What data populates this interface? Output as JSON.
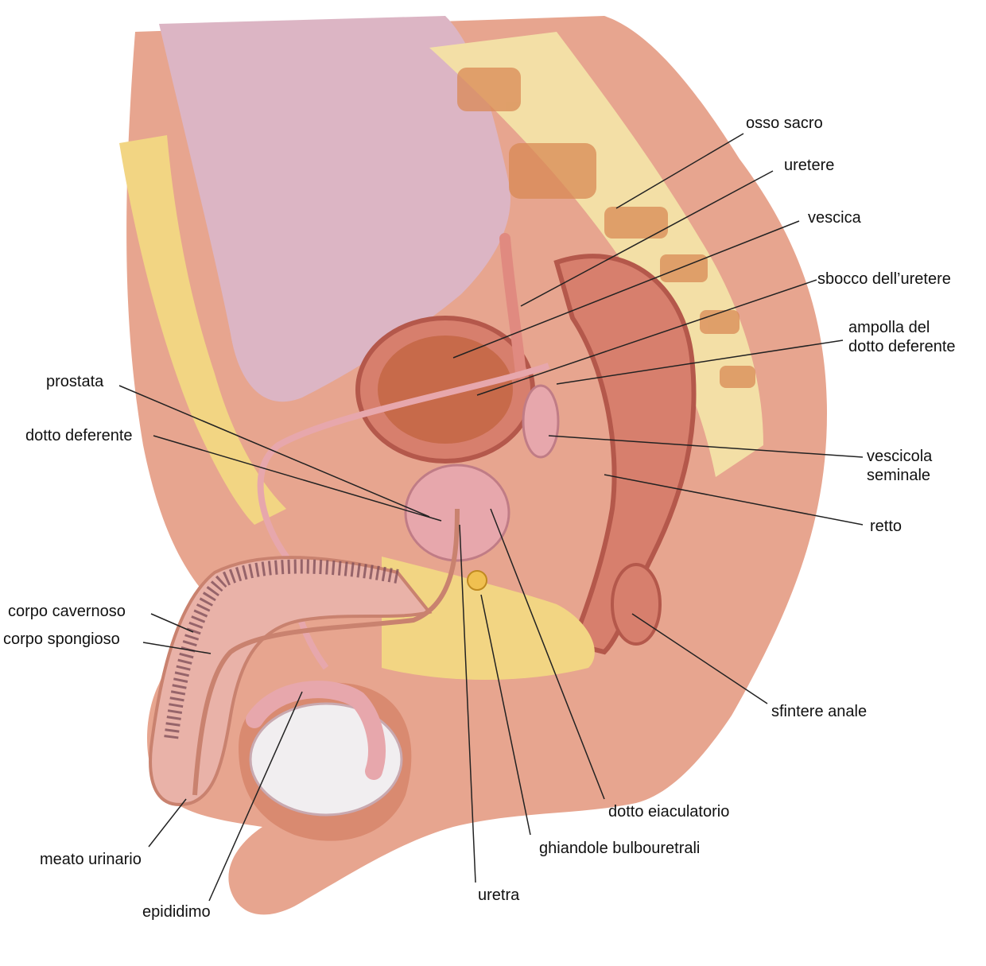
{
  "colors": {
    "skin": "#e7a58f",
    "skin_dark": "#c9826f",
    "fat": "#f2d583",
    "bone": "#f3dfa6",
    "bone_marrow": "#d98a55",
    "muscle": "#d77f6d",
    "muscle_dark": "#b4584b",
    "bladder_inner": "#c76a4a",
    "pink_organ": "#e7a7ac",
    "abdomen_wall": "#dcb5c4",
    "testis": "#f1eef0",
    "leader_line": "#222222"
  },
  "labels": {
    "osso_sacro": "osso sacro",
    "uretere": "uretere",
    "vescica": "vescica",
    "sbocco_uretere": "sbocco dell’uretere",
    "ampolla_line1": "ampolla del",
    "ampolla_line2": "dotto deferente",
    "prostata": "prostata",
    "dotto_deferente": "dotto deferente",
    "vescicola_line1": "vescicola",
    "vescicola_line2": "seminale",
    "retto": "retto",
    "corpo_cavernoso": "corpo cavernoso",
    "corpo_spongioso": "corpo spongioso",
    "sfintere_anale": "sfintere anale",
    "dotto_eiaculatorio": "dotto eiaculatorio",
    "ghiandole_bulbouretrali": "ghiandole bulbouretrali",
    "meato_urinario": "meato urinario",
    "epididimo": "epididimo",
    "uretra": "uretra"
  }
}
